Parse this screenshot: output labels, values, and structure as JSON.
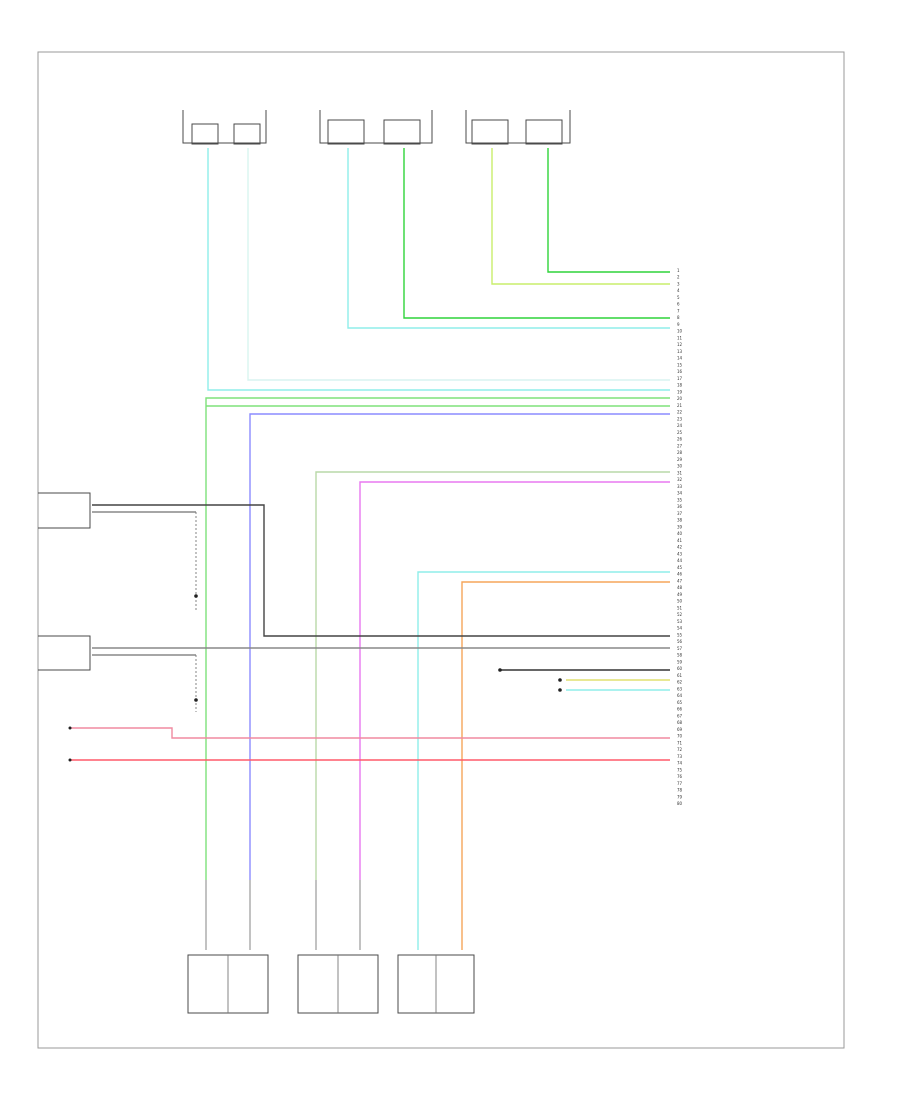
{
  "diagram": {
    "footer_code": "",
    "colors": {
      "light_blue": "#8feeea",
      "green": "#7ee27a",
      "yellow_green": "#c9ee6b",
      "bright_green": "#2fd43a",
      "blue": "#7f80ff",
      "magenta": "#e878f0",
      "pink": "#f08aa0",
      "red": "#ff5a6a",
      "orange": "#f5a65a",
      "gray": "#9a9a9a",
      "dark": "#333333"
    },
    "connector_pins": [
      "1",
      "2",
      "3",
      "4",
      "5",
      "6",
      "7",
      "8",
      "9",
      "10",
      "11",
      "12",
      "13",
      "14",
      "15",
      "16",
      "17",
      "18",
      "19",
      "20",
      "21",
      "22",
      "23",
      "24",
      "25",
      "26",
      "27",
      "28",
      "29",
      "30",
      "31",
      "32",
      "33",
      "34",
      "35",
      "36",
      "37",
      "38",
      "39",
      "40",
      "41",
      "42",
      "43",
      "44",
      "45",
      "46",
      "47",
      "48",
      "49",
      "50",
      "51",
      "52",
      "53",
      "54",
      "55",
      "56",
      "57",
      "58",
      "59",
      "60",
      "61",
      "62",
      "63",
      "64",
      "65",
      "66",
      "67",
      "68",
      "69",
      "70",
      "71",
      "72",
      "73",
      "74",
      "75",
      "76",
      "77",
      "78",
      "79",
      "80"
    ]
  }
}
